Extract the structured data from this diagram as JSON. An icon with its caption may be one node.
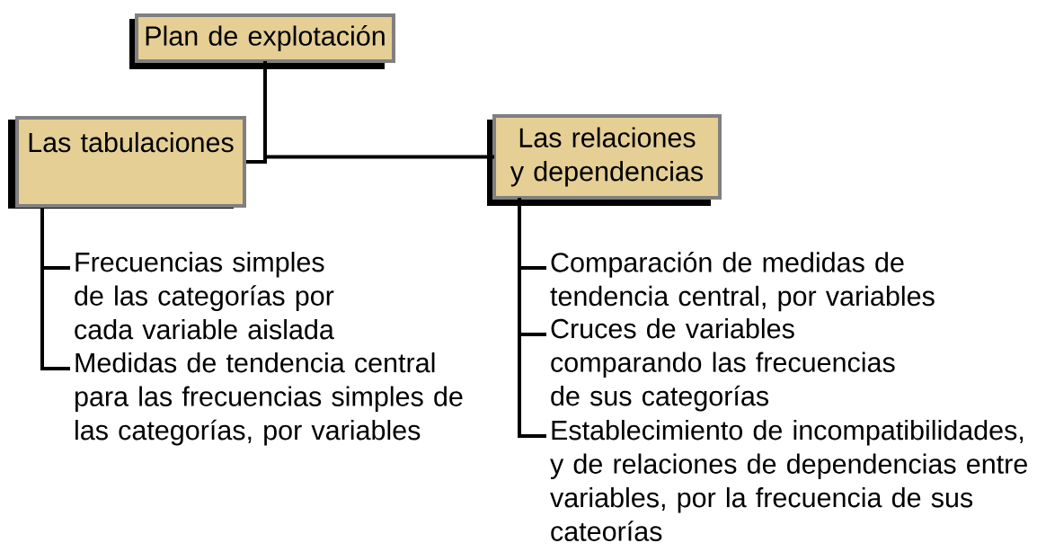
{
  "diagram": {
    "nodes": [
      {
        "text": [
          "Plan de explotación"
        ]
      },
      {
        "text": [
          "Las tabulaciones"
        ]
      },
      {
        "text": [
          "Las relaciones y dependencias"
        ]
      },
      {
        "text": [
          "Frecuencias simples de las categorías por cada variable aislada"
        ]
      },
      {
        "text": [
          "Medidas de tendencia central para las frecuencias simples de las categorías, por variables"
        ]
      },
      {
        "text": [
          "Comparación de medidas de tendencia central, por variables"
        ]
      },
      {
        "text": [
          "Cruces de variables comparando las frecuencias de sus categorías"
        ]
      },
      {
        "text": [
          "Establecimiento de incompatibilidades, y de relaciones de dependencias entre variables, por la frecuencia de sus cateorías"
        ]
      }
    ],
    "edges": [
      {
        "from": 0,
        "to": 1,
        "arrow": "none"
      },
      {
        "from": 0,
        "to": 2,
        "arrow": "none"
      },
      {
        "from": 1,
        "to": 3,
        "arrow": "none"
      },
      {
        "from": 1,
        "to": 4,
        "arrow": "none"
      },
      {
        "from": 2,
        "to": 5,
        "arrow": "none"
      },
      {
        "from": 2,
        "to": 6,
        "arrow": "none"
      },
      {
        "from": 2,
        "to": 7,
        "arrow": "none"
      }
    ]
  }
}
